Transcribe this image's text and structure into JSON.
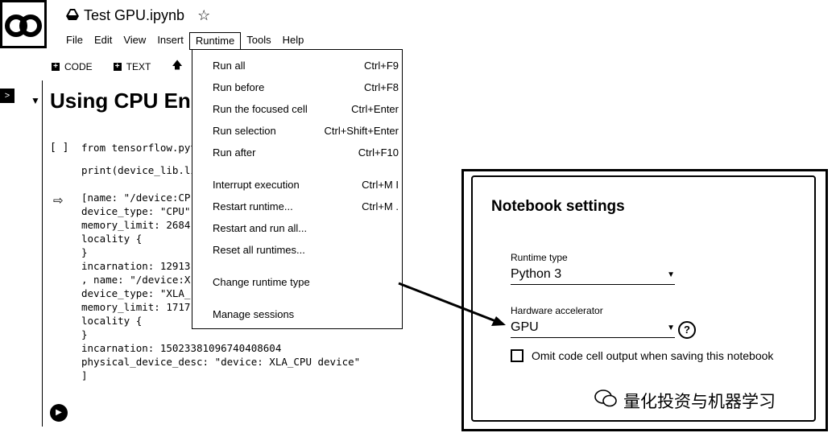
{
  "header": {
    "file_title": "Test GPU.ipynb",
    "menu": [
      "File",
      "Edit",
      "View",
      "Insert",
      "Runtime",
      "Tools",
      "Help"
    ],
    "active_menu": "Runtime"
  },
  "toolbar": {
    "code_label": "CODE",
    "text_label": "TEXT"
  },
  "notebook": {
    "heading": "Using CPU En",
    "cell_bracket": "[ ]",
    "code_lines": [
      "from tensorflow.pyt",
      "print(device_lib.li"
    ],
    "output_lines": [
      "[name: \"/device:CP",
      "device_type: \"CPU\"",
      "memory_limit: 2684",
      "locality {",
      "}",
      "incarnation: 12913",
      ", name: \"/device:X",
      "device_type: \"XLA_",
      "memory_limit: 1717",
      "locality {",
      "}",
      "incarnation: 15023381096740408604",
      "physical_device_desc: \"device: XLA_CPU device\"",
      "]"
    ]
  },
  "runtime_menu": {
    "items": [
      {
        "label": "Run all",
        "shortcut": "Ctrl+F9"
      },
      {
        "label": "Run before",
        "shortcut": "Ctrl+F8"
      },
      {
        "label": "Run the focused cell",
        "shortcut": "Ctrl+Enter"
      },
      {
        "label": "Run selection",
        "shortcut": "Ctrl+Shift+Enter"
      },
      {
        "label": "Run after",
        "shortcut": "Ctrl+F10"
      },
      {
        "label": "Interrupt execution",
        "shortcut": "Ctrl+M I"
      },
      {
        "label": "Restart runtime...",
        "shortcut": "Ctrl+M ."
      },
      {
        "label": "Restart and run all...",
        "shortcut": ""
      },
      {
        "label": "Reset all runtimes...",
        "shortcut": ""
      },
      {
        "label": "Change runtime type",
        "shortcut": ""
      },
      {
        "label": "Manage sessions",
        "shortcut": ""
      }
    ]
  },
  "notebook_settings": {
    "title": "Notebook settings",
    "runtime_type_label": "Runtime type",
    "runtime_type_value": "Python 3",
    "hardware_label": "Hardware accelerator",
    "hardware_value": "GPU",
    "help_glyph": "?",
    "omit_output_label": "Omit code cell output when saving this notebook",
    "omit_output_checked": false
  },
  "watermark": {
    "text": "量化投资与机器学习"
  },
  "icons": {
    "logo": "colab-logo-icon",
    "drive": "drive-icon",
    "star": "star-icon",
    "arrow_up": "arrow-up-icon",
    "output": "output-icon",
    "run": "run-cell-icon",
    "collapse": "chevron-down-icon",
    "wechat": "wechat-icon"
  }
}
